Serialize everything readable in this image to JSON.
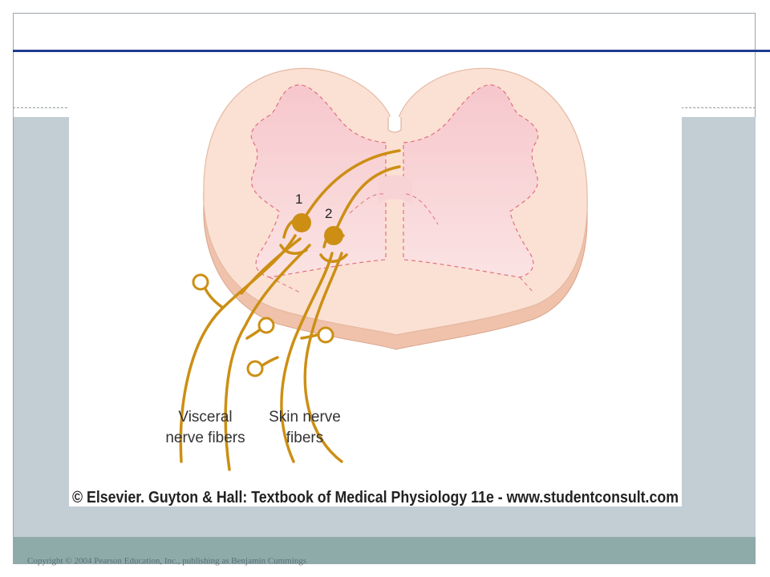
{
  "slide": {
    "copyright": "Copyright © 2004 Pearson Education, Inc., publishing as Benjamin Cummings"
  },
  "figure": {
    "neuron_labels": [
      "1",
      "2"
    ],
    "visceral_label": [
      "Visceral",
      "nerve fibers"
    ],
    "skin_label": [
      "Skin nerve",
      "fibers"
    ],
    "credit": "© Elsevier. Guyton & Hall: Textbook of Medical Physiology 11e - www.studentconsult.com"
  },
  "colors": {
    "accent_rule": "#1f3c8f",
    "content_band": "#c3cdd4",
    "footer_band": "#8eaba9",
    "nerve_fiber": "#cc8f14",
    "cord_white_matter": "#fbe0d2",
    "cord_gray_matter": "#f5c9cc"
  }
}
